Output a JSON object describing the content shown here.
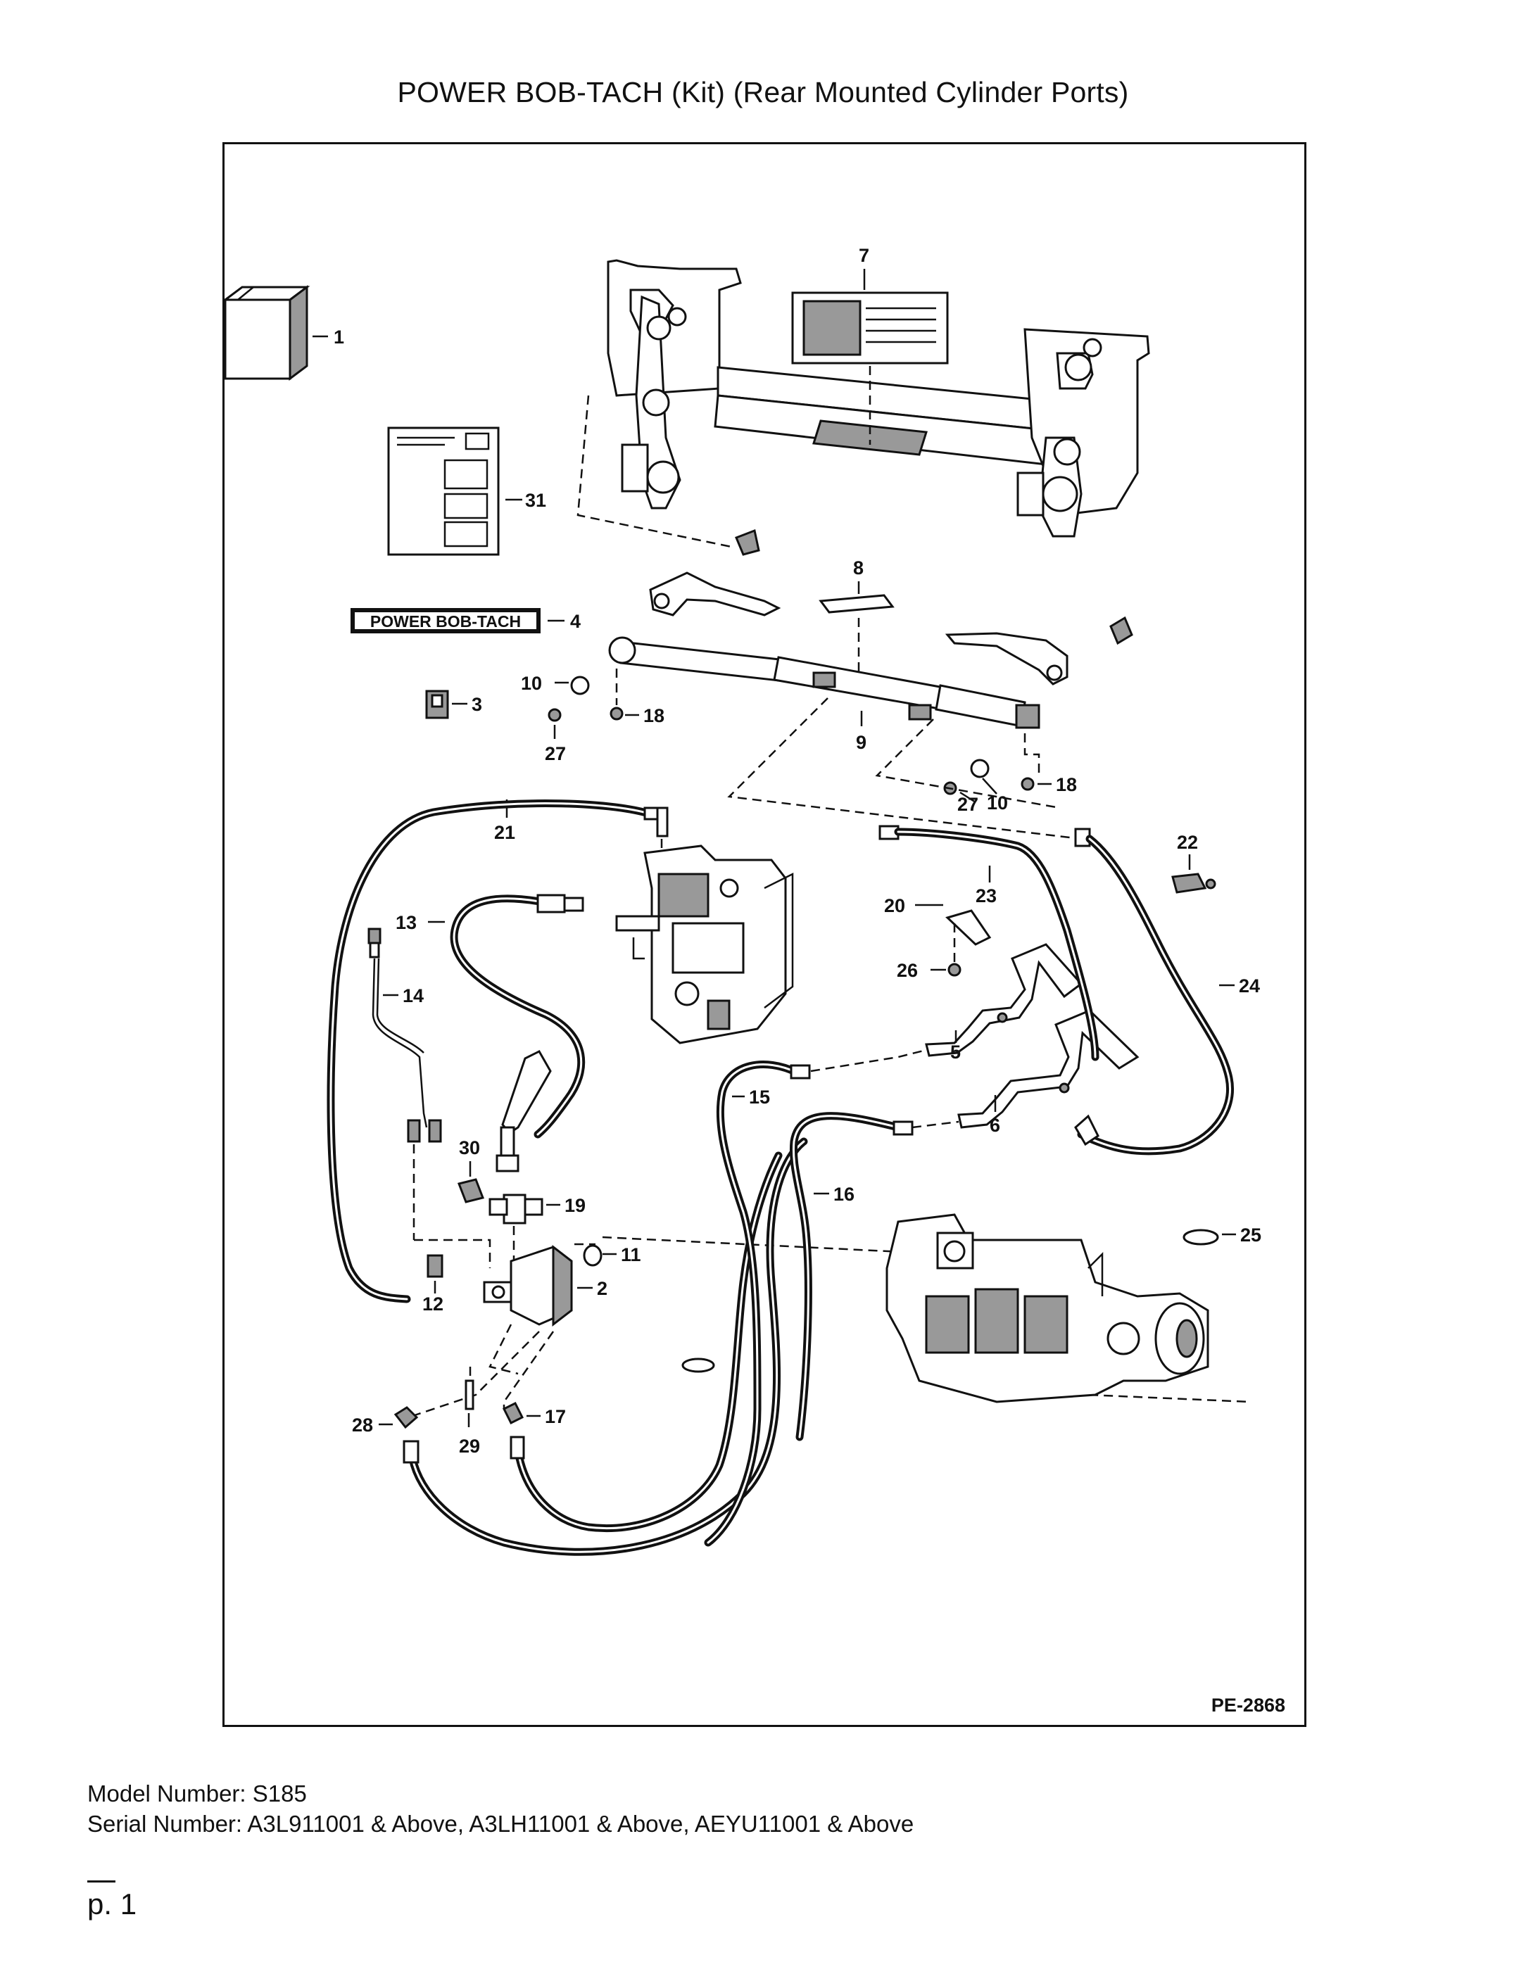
{
  "page": {
    "title": "POWER BOB-TACH (Kit) (Rear Mounted Cylinder Ports)",
    "model_number": "Model Number: S185",
    "serial_number": "Serial Number: A3L911001 & Above, A3LH11001 & Above, AEYU11001 & Above",
    "page_number": "p. 1"
  },
  "diagram": {
    "code": "PE-2868",
    "decal_text": "POWER BOB-TACH",
    "callouts": [
      "1",
      "2",
      "3",
      "4",
      "5",
      "6",
      "7",
      "8",
      "9",
      "10",
      "10",
      "11",
      "12",
      "13",
      "14",
      "15",
      "16",
      "17",
      "18",
      "18",
      "19",
      "20",
      "21",
      "22",
      "23",
      "24",
      "25",
      "26",
      "27",
      "27",
      "28",
      "29",
      "30",
      "31"
    ]
  }
}
